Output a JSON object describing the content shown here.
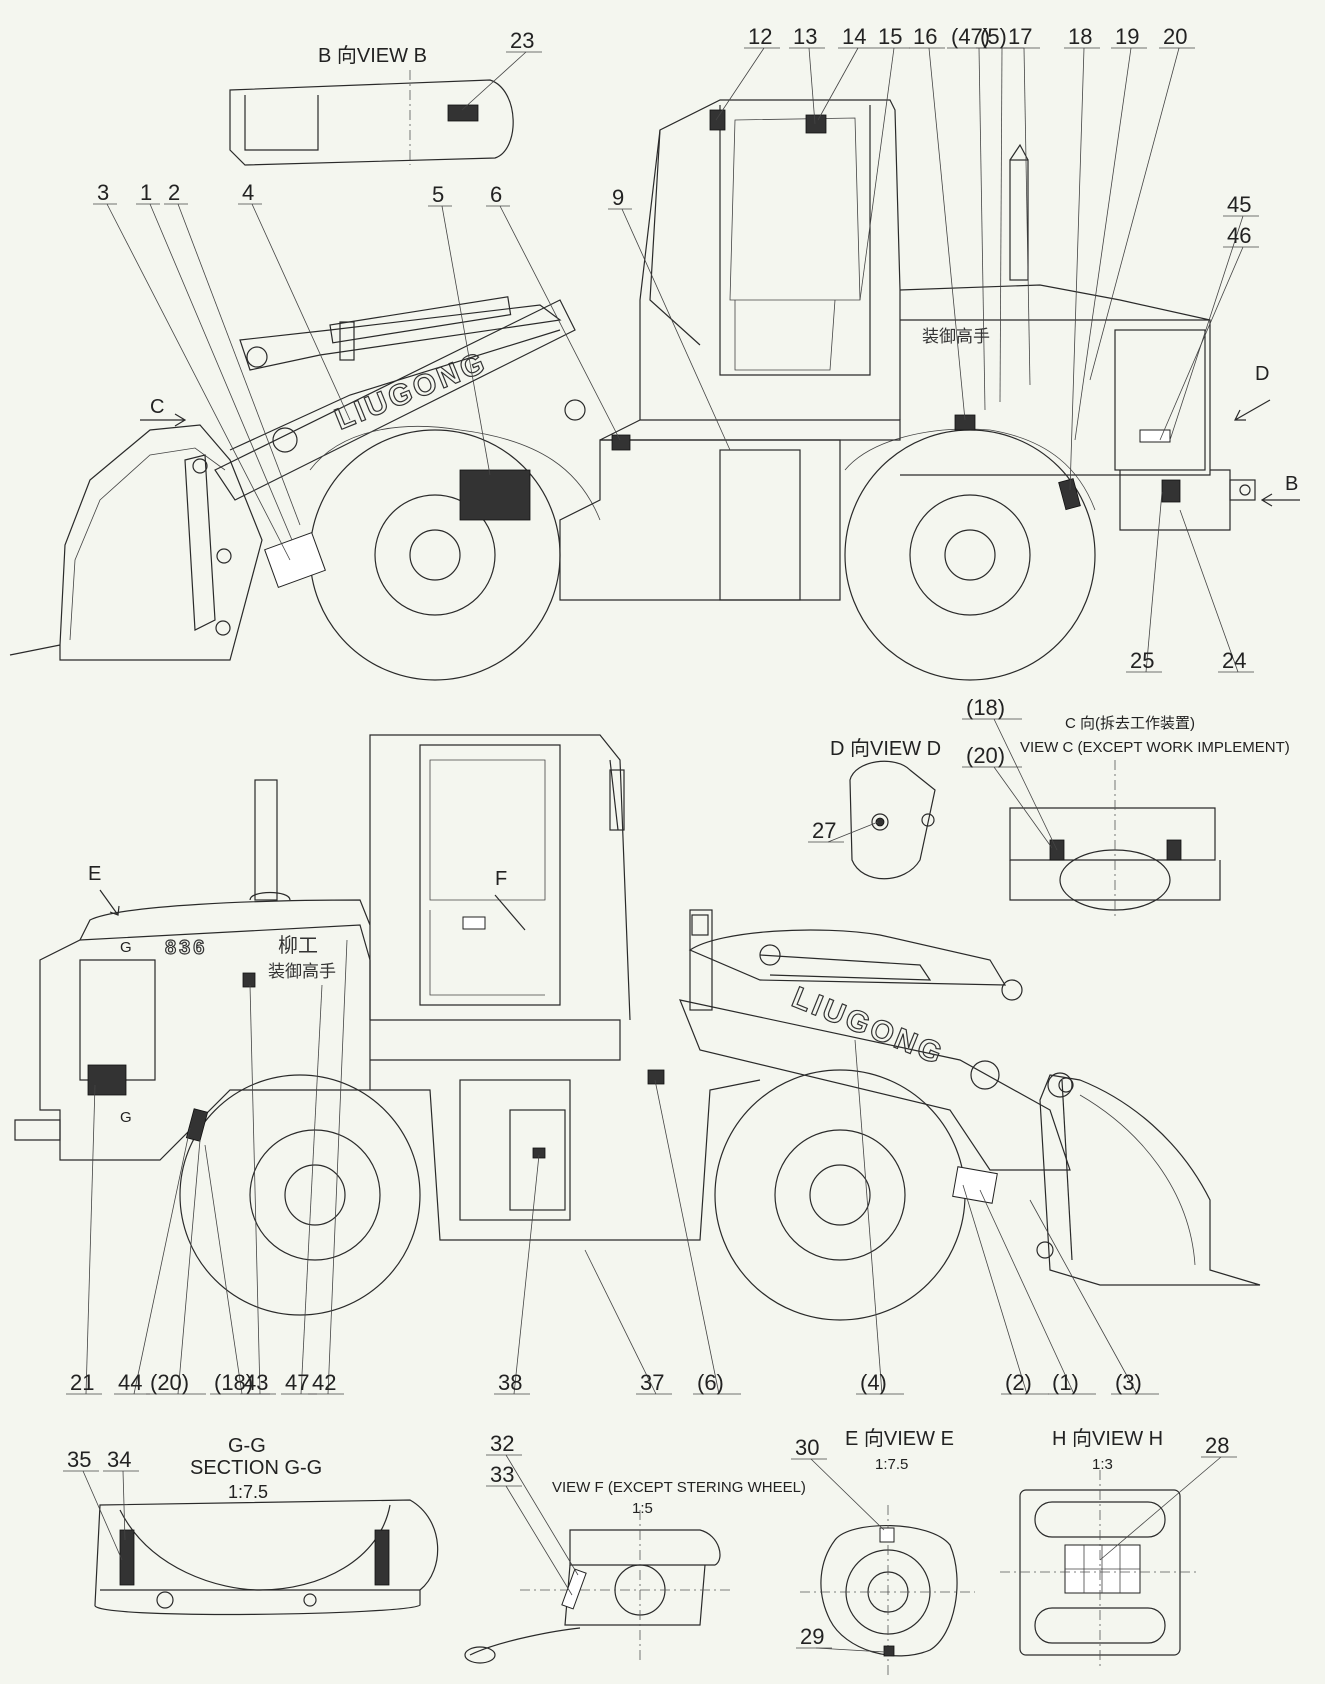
{
  "views": {
    "view_b": "B 向VIEW B",
    "view_c_cn": "C 向(拆去工作装置)",
    "view_c_en": "VIEW C (EXCEPT WORK IMPLEMENT)",
    "view_d": "D 向VIEW D",
    "section_gg_short": "G-G",
    "section_gg": "SECTION G-G",
    "section_gg_scale": "1:7.5",
    "view_e": "E 向VIEW E",
    "view_e_scale": "1:7.5",
    "view_f": "VIEW F (EXCEPT STERING WHEEL)",
    "view_f_scale": "1:5",
    "view_h": "H 向VIEW H",
    "view_h_scale": "1:3"
  },
  "markers": {
    "arrow_c": "C",
    "arrow_d": "D",
    "arrow_b": "B",
    "arrow_e": "E",
    "arrow_f": "F",
    "g_upper": "G",
    "g_lower": "G"
  },
  "branding": {
    "brand": "LIUGONG",
    "model": "836",
    "logo_cn": "柳工",
    "slogan_cn": "装御高手"
  },
  "callouts": {
    "top_row": [
      "12",
      "13",
      "14",
      "15",
      "16",
      "(47)",
      "(5)",
      "17",
      "18",
      "19",
      "20"
    ],
    "upper_left": [
      "3",
      "1",
      "2",
      "4",
      "5",
      "6",
      "9"
    ],
    "view_b": "23",
    "right_side": [
      "45",
      "46"
    ],
    "upper_bottom": [
      "25",
      "24"
    ],
    "view_c": [
      "(18)",
      "(20)"
    ],
    "view_d": "27",
    "lower_bottom": [
      "21",
      "44",
      "(20)",
      "(18)",
      "43",
      "47",
      "42",
      "38",
      "37",
      "(6)",
      "(4)",
      "(2)",
      "(1)",
      "(3)"
    ],
    "section_gg": [
      "35",
      "34"
    ],
    "view_f": [
      "32",
      "33"
    ],
    "view_e": [
      "30",
      "29"
    ],
    "view_h": "28"
  }
}
